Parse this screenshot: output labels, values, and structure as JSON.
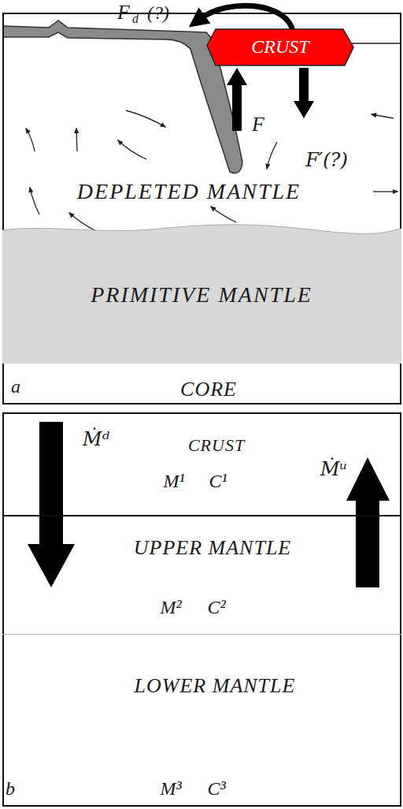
{
  "diagram": {
    "nodes": [
      {
        "text": [
          "a"
        ]
      },
      {
        "text": [
          "CRUST"
        ],
        "in": 0
      },
      {
        "text": [
          "PRIMITIVE MANTLE"
        ],
        "in": 0
      },
      {
        "text": [
          "b"
        ]
      },
      {
        "text": [
          "CRUST",
          "M¹",
          "C¹"
        ],
        "in": 3
      },
      {
        "text": [
          "UPPER MANTLE",
          "M²",
          "C²"
        ],
        "in": 3
      },
      {
        "text": [
          "LOWER MANTLE",
          "M³",
          "C³"
        ],
        "in": 3
      }
    ],
    "labels": [
      "F",
      "d",
      "(?)",
      "F",
      "F′(?)",
      "DEPLETED MANTLE",
      "CORE",
      "Ṁᵈ",
      "Ṁᵘ"
    ]
  }
}
